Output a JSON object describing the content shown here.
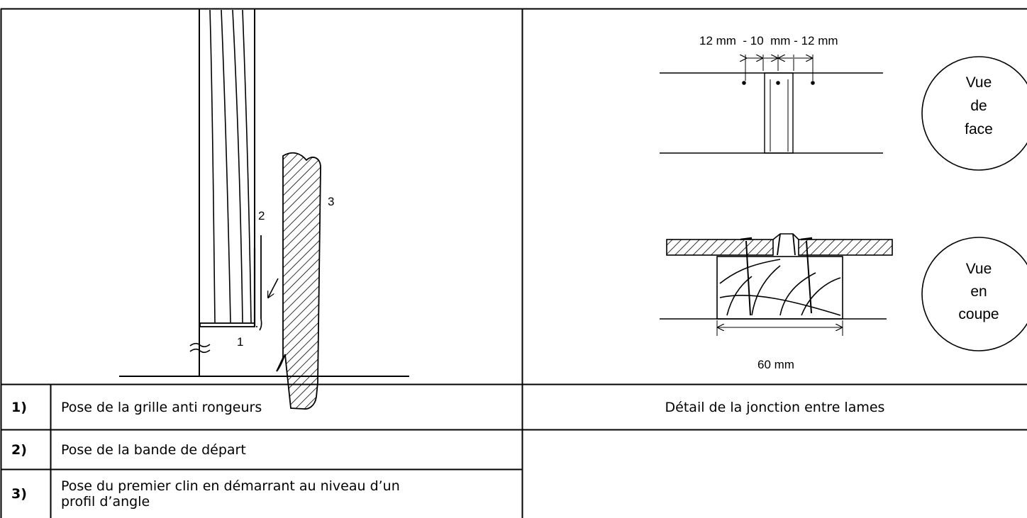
{
  "left_figure": {
    "labels": {
      "l1": "1",
      "l2": "2",
      "l3": "3"
    }
  },
  "right_figure": {
    "dimension_top": "12 mm  - 10  mm - 12 mm",
    "dimension_bottom": "60 mm",
    "view_front": [
      "Vue",
      "de",
      "face"
    ],
    "view_section": [
      "Vue",
      "en",
      "coupe"
    ]
  },
  "steps": [
    {
      "num": "1)",
      "text": "Pose de la grille anti rongeurs"
    },
    {
      "num": "2)",
      "text": "Pose de la bande de départ"
    },
    {
      "num": "3)",
      "text": "Pose du premier clin en démarrant au niveau d’un profil d’angle"
    }
  ],
  "caption": "Détail de la jonction entre lames"
}
